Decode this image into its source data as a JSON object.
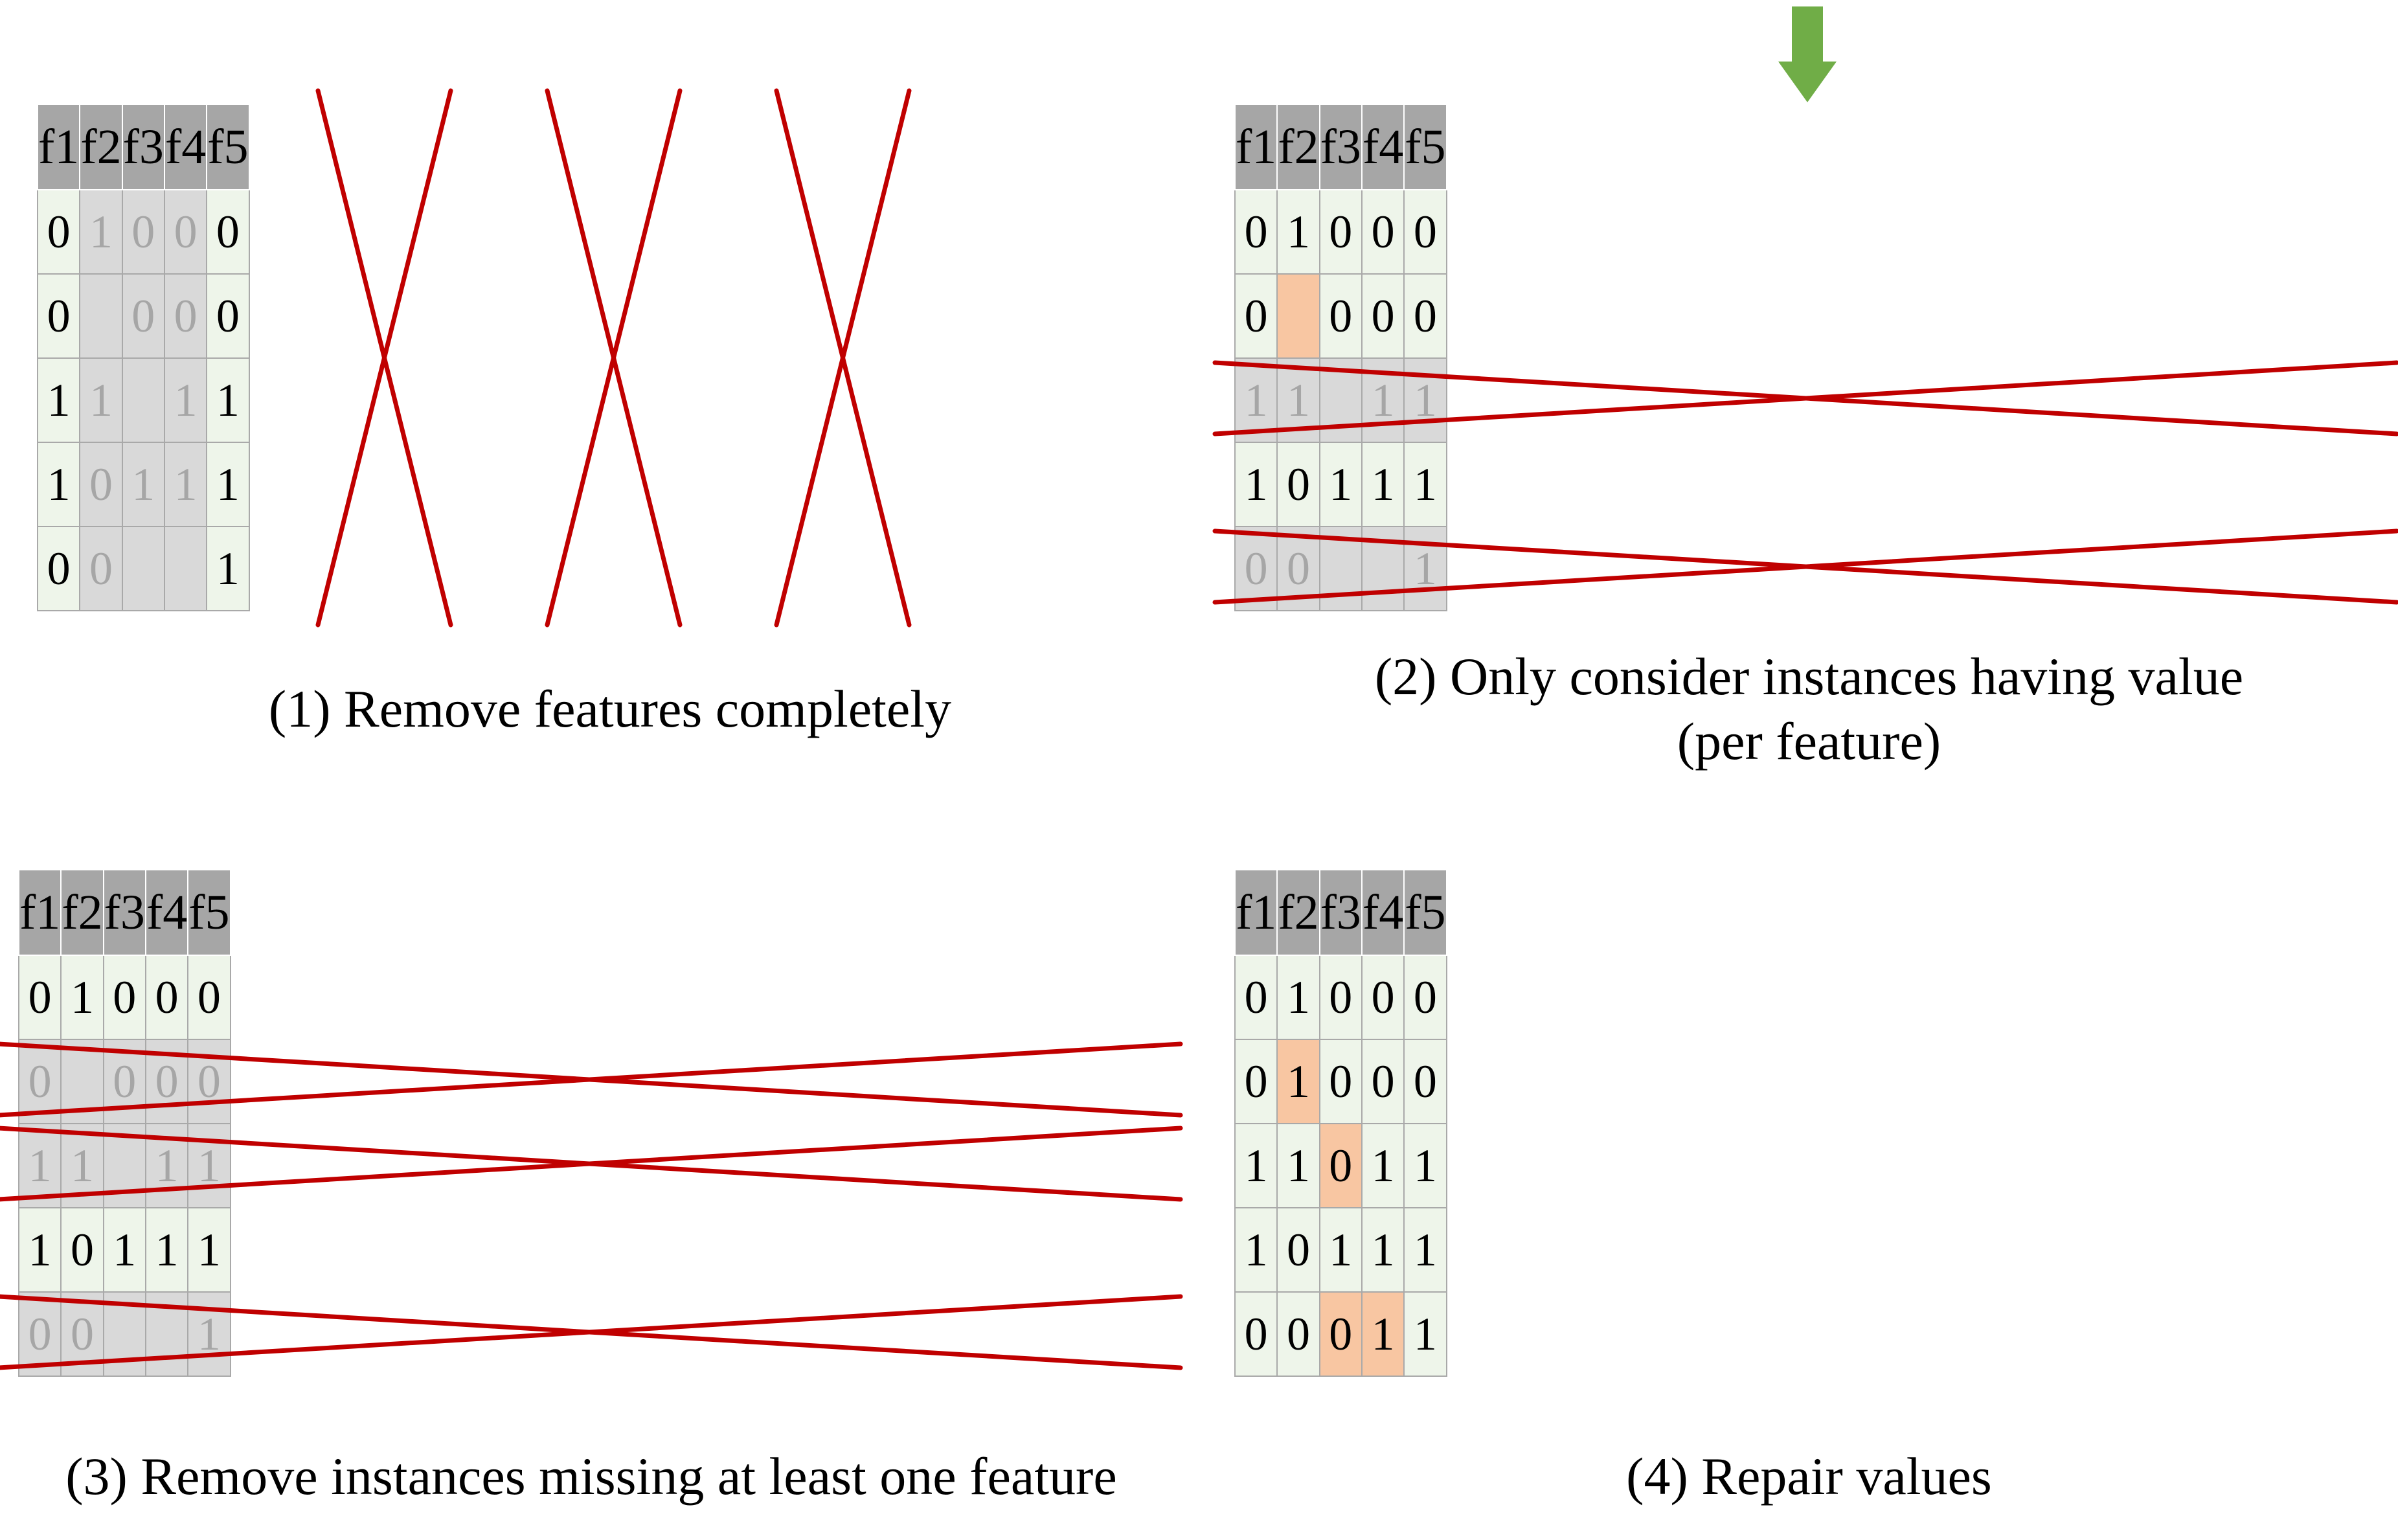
{
  "colors": {
    "header": "#a6a6a6",
    "cell": "#eef5ea",
    "removed": "#d9d9d9",
    "repaired": "#f8c6a2",
    "cross": "#c00000",
    "arrow": "#70ad47"
  },
  "panels": [
    {
      "caption": "(1) Remove features completely",
      "caption_line2": "",
      "headers": [
        "f1",
        "f2",
        "f3",
        "f4",
        "f5"
      ],
      "rows": [
        [
          "0",
          "1",
          "0",
          "0",
          "0"
        ],
        [
          "0",
          "",
          "0",
          "0",
          "0"
        ],
        [
          "1",
          "1",
          "",
          "1",
          "1"
        ],
        [
          "1",
          "0",
          "1",
          "1",
          "1"
        ],
        [
          "0",
          "0",
          "",
          "",
          "1"
        ]
      ],
      "removed_columns": [
        1,
        2,
        3
      ],
      "removed_rows": [],
      "repaired_cells": []
    },
    {
      "caption": "(2) Only consider instances having value",
      "caption_line2": "(per feature)",
      "headers": [
        "f1",
        "f2",
        "f3",
        "f4",
        "f5"
      ],
      "rows": [
        [
          "0",
          "1",
          "0",
          "0",
          "0"
        ],
        [
          "0",
          "",
          "0",
          "0",
          "0"
        ],
        [
          "1",
          "1",
          "",
          "1",
          "1"
        ],
        [
          "1",
          "0",
          "1",
          "1",
          "1"
        ],
        [
          "0",
          "0",
          "",
          "",
          "1"
        ]
      ],
      "removed_columns": [],
      "removed_rows": [
        2,
        4
      ],
      "repaired_cells": [
        [
          1,
          1
        ]
      ],
      "arrow_column": 2
    },
    {
      "caption": "(3) Remove instances missing at least one feature",
      "caption_line2": "",
      "headers": [
        "f1",
        "f2",
        "f3",
        "f4",
        "f5"
      ],
      "rows": [
        [
          "0",
          "1",
          "0",
          "0",
          "0"
        ],
        [
          "0",
          "",
          "0",
          "0",
          "0"
        ],
        [
          "1",
          "1",
          "",
          "1",
          "1"
        ],
        [
          "1",
          "0",
          "1",
          "1",
          "1"
        ],
        [
          "0",
          "0",
          "",
          "",
          "1"
        ]
      ],
      "removed_columns": [],
      "removed_rows": [
        1,
        2,
        4
      ],
      "repaired_cells": []
    },
    {
      "caption": "(4) Repair values",
      "caption_line2": "",
      "headers": [
        "f1",
        "f2",
        "f3",
        "f4",
        "f5"
      ],
      "rows": [
        [
          "0",
          "1",
          "0",
          "0",
          "0"
        ],
        [
          "0",
          "1",
          "0",
          "0",
          "0"
        ],
        [
          "1",
          "1",
          "0",
          "1",
          "1"
        ],
        [
          "1",
          "0",
          "1",
          "1",
          "1"
        ],
        [
          "0",
          "0",
          "0",
          "1",
          "1"
        ]
      ],
      "removed_columns": [],
      "removed_rows": [],
      "repaired_cells": [
        [
          1,
          1
        ],
        [
          2,
          2
        ],
        [
          4,
          2
        ],
        [
          4,
          3
        ]
      ]
    }
  ]
}
